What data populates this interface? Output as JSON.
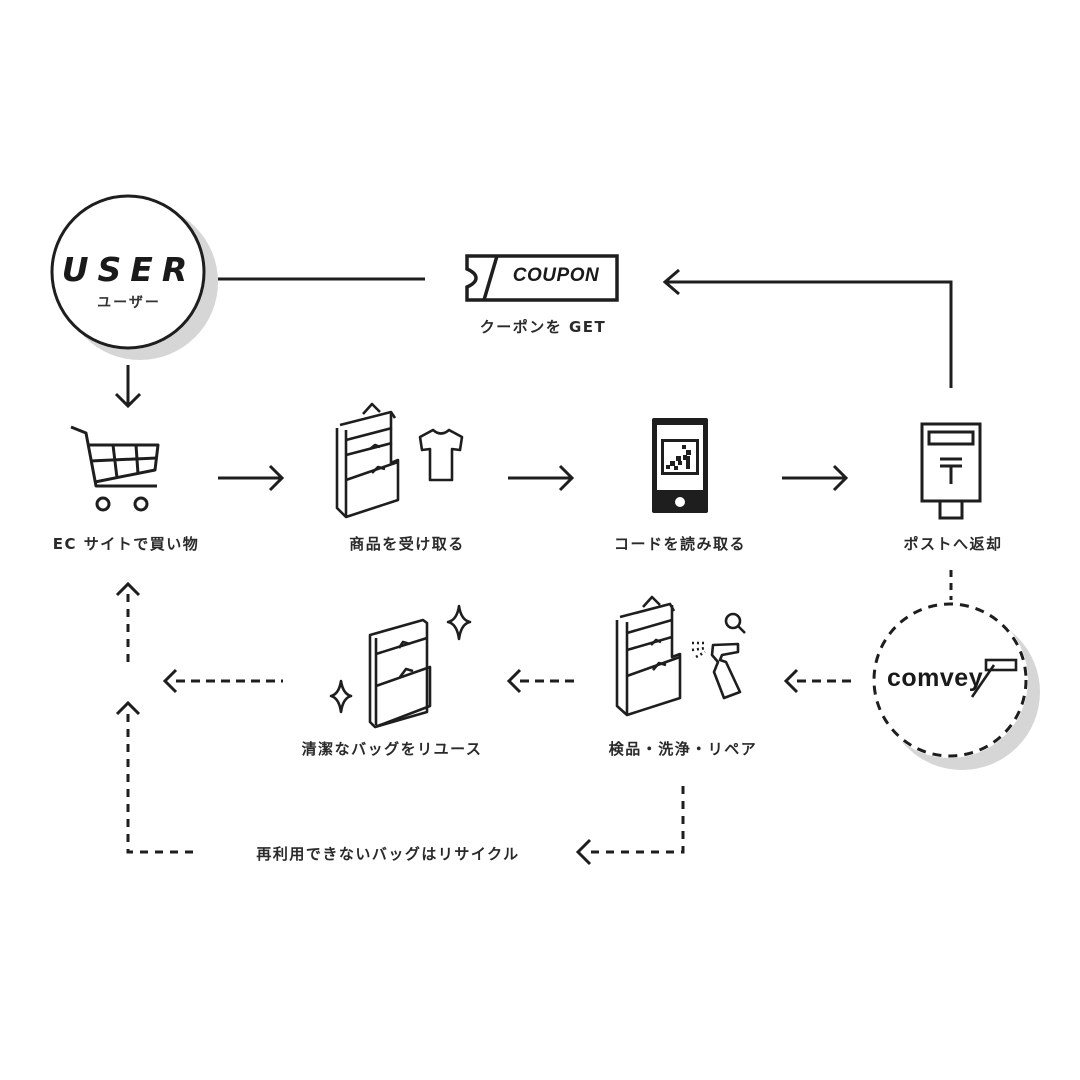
{
  "colors": {
    "ink": "#1e1e1e",
    "shadow": "#d6d6d6",
    "background": "#ffffff"
  },
  "user": {
    "title": "USER",
    "subtitle": "ユーザー"
  },
  "coupon": {
    "badge": "COUPON",
    "caption": "クーポンを GET"
  },
  "flow_steps": [
    {
      "id": "shop",
      "label": "EC サイトで買い物",
      "icon": "shopping-cart-icon"
    },
    {
      "id": "receive",
      "label": "商品を受け取る",
      "icon": "bag-and-tshirt-icon"
    },
    {
      "id": "scan",
      "label": "コードを読み取る",
      "icon": "smartphone-code-icon"
    },
    {
      "id": "post",
      "label": "ポストへ返却",
      "icon": "postbox-icon"
    }
  ],
  "return_steps": [
    {
      "id": "inspect",
      "label": "検品・洗浄・リペア",
      "icon": "bag-spray-magnifier-icon"
    },
    {
      "id": "reuse",
      "label": "清潔なバッグをリユース",
      "icon": "clean-bag-sparkle-icon"
    }
  ],
  "comvey": {
    "logo": "comvey"
  },
  "recycle": {
    "label": "再利用できないバッグはリサイクル"
  }
}
